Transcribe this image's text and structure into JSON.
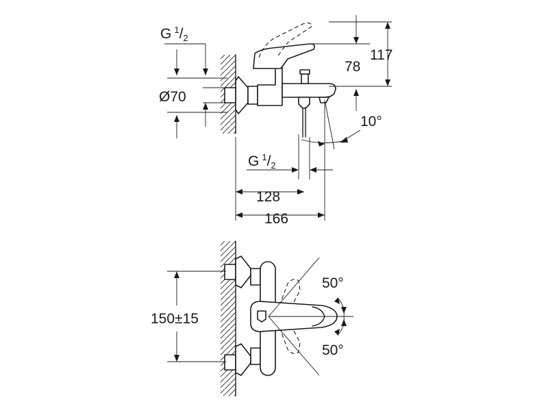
{
  "dimensions": {
    "thread_side": {
      "prefix": "G",
      "sup": "1",
      "slash": "/",
      "sub": "2"
    },
    "diameter": "Ø70",
    "thread_spout": {
      "prefix": "G",
      "sup": "1",
      "slash": "/",
      "sub": "2"
    },
    "depth_128": "128",
    "depth_166": "166",
    "height_78": "78",
    "height_117": "117",
    "spout_angle": "10°",
    "center_distance": "150±15",
    "lever_angle_top": "50°",
    "lever_angle_bottom": "50°"
  }
}
